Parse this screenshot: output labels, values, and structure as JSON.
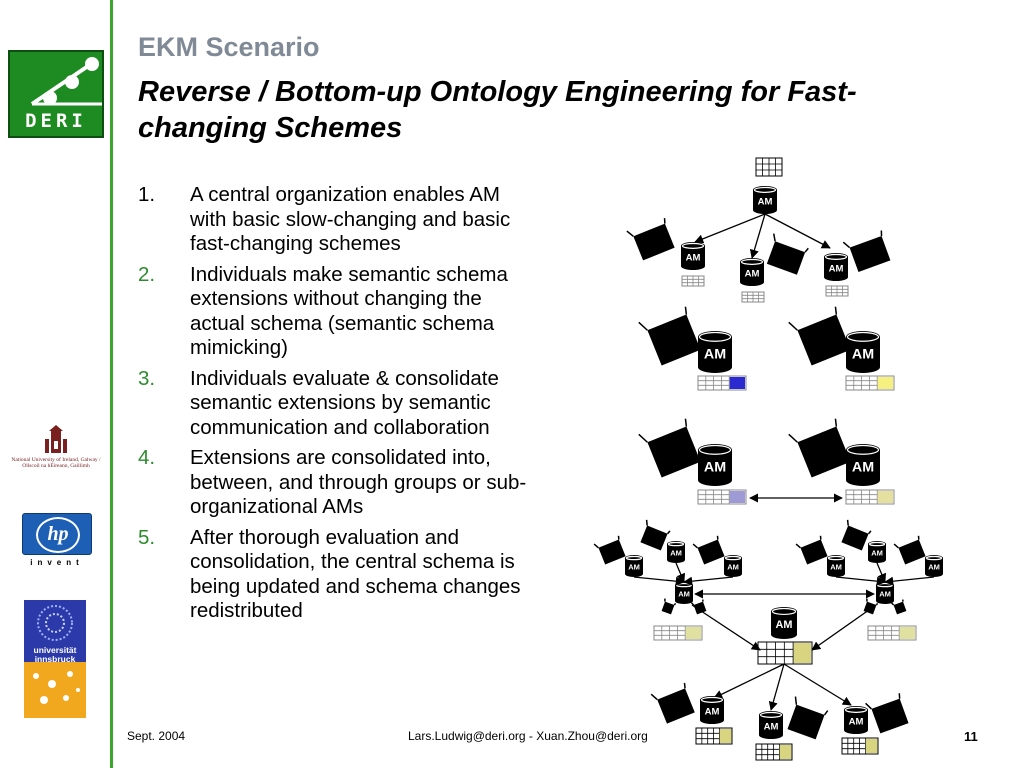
{
  "header": {
    "kicker": "EKM Scenario",
    "title": "Reverse / Bottom-up Ontology Engineering for Fast-changing Schemes"
  },
  "steps": [
    {
      "number": "1.",
      "text": "A central organization enables AM with basic slow-changing and basic fast-changing schemes"
    },
    {
      "number": "2.",
      "text": "Individuals make semantic schema extensions without changing the actual schema (semantic schema mimicking)"
    },
    {
      "number": "3.",
      "text": "Individuals evaluate & consolidate semantic extensions by semantic communication and collaboration"
    },
    {
      "number": "4.",
      "text": "Extensions are consolidated into, between, and through groups or sub-organizational AMs"
    },
    {
      "number": "5.",
      "text": "After thorough evaluation and consolidation, the central schema is being updated and schema changes redistributed"
    }
  ],
  "diagram": {
    "node_label": "AM",
    "colors": {
      "accent_green": "#3aa62a",
      "step_number_green": "#2e8b2e",
      "extension_blue": "#2a2ad0",
      "extension_yellow": "#f5f080"
    }
  },
  "logos": {
    "deri": "DERI",
    "nuig": "National University of Ireland, Galway / Ollscoil na hÉireann, Gaillimh",
    "hp": "hp",
    "hp_tagline": "invent",
    "uibk": "universität innsbruck"
  },
  "footer": {
    "date": "Sept. 2004",
    "authors": "Lars.Ludwig@deri.org - Xuan.Zhou@deri.org",
    "page": "11"
  }
}
